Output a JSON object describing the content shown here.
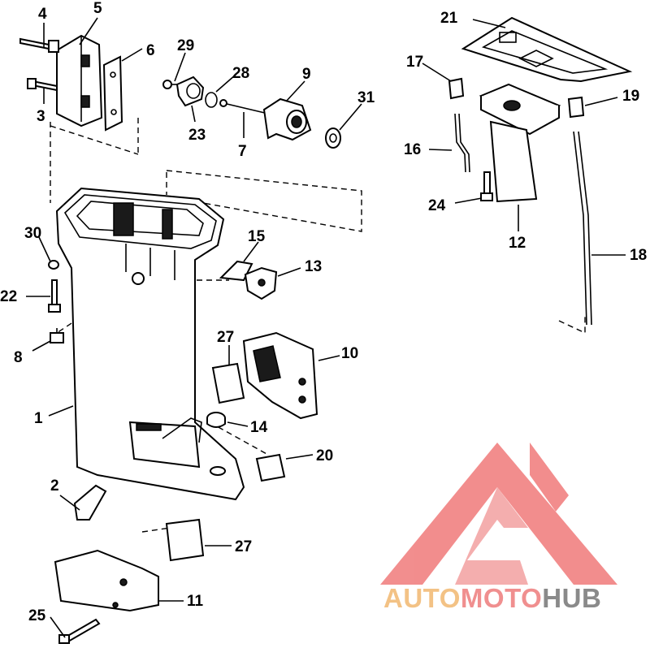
{
  "callouts": [
    "1",
    "2",
    "3",
    "4",
    "5",
    "6",
    "7",
    "8",
    "9",
    "10",
    "11",
    "12",
    "13",
    "14",
    "15",
    "16",
    "17",
    "18",
    "19",
    "20",
    "21",
    "22",
    "23",
    "24",
    "25",
    "27",
    "27",
    "28",
    "29",
    "30",
    "31"
  ],
  "watermark": {
    "part1": "AUTO",
    "part2": "MOTO",
    "part3": "HUB",
    "color1": "#f3c285",
    "color2": "#f08f8f",
    "color3": "#8a8a8a",
    "logo_color": "#f07a7a"
  }
}
